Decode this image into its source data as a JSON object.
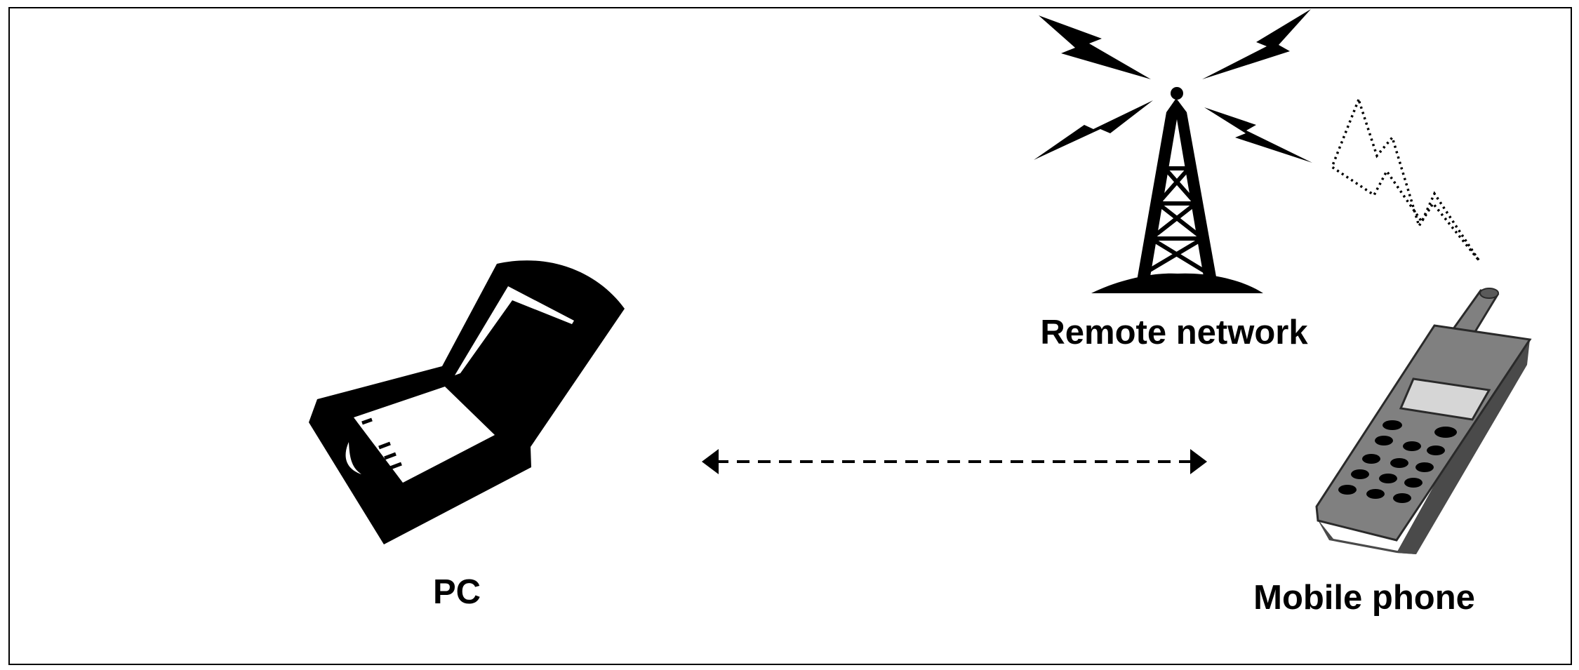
{
  "labels": {
    "pc": "PC",
    "remote_network": "Remote network",
    "mobile_phone": "Mobile phone"
  },
  "icons": {
    "pc": "laptop-icon",
    "remote_network": "radio-tower-icon",
    "mobile_phone": "mobile-phone-icon"
  },
  "connections": [
    {
      "from": "pc",
      "to": "mobile_phone",
      "style": "dashed",
      "direction": "bidirectional"
    },
    {
      "from": "remote_network",
      "to": "mobile_phone",
      "style": "dotted-lightning"
    }
  ],
  "colors": {
    "ink": "#000000",
    "phone_body": "#808080",
    "phone_dark": "#4a4a4a",
    "phone_screen": "#d6d6d6"
  }
}
